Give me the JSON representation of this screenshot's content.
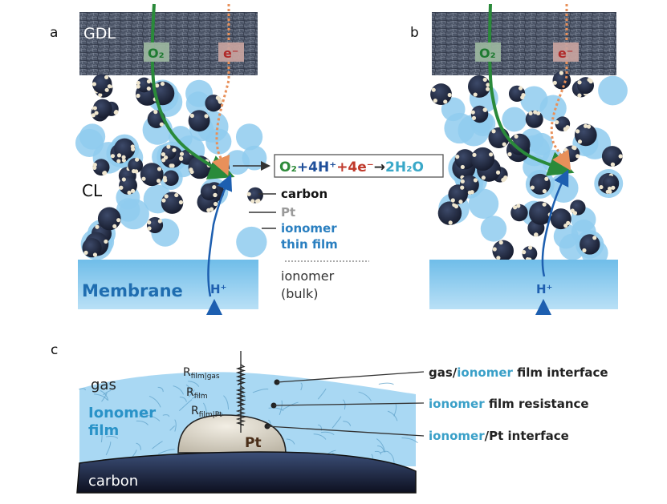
{
  "panel_a": {
    "letter": "a",
    "gdl_label": "GDL",
    "o2_badge": "O₂",
    "e_badge": "e⁻",
    "cl_label": "CL",
    "membrane_label": "Membrane",
    "proton_label": "H⁺",
    "reaction": {
      "parts": [
        {
          "text": "O₂",
          "color": "#2e8b3a"
        },
        {
          "text": "+4H⁺",
          "color": "#1f4f9a"
        },
        {
          "text": "+4e⁻",
          "color": "#c0392b"
        },
        {
          "text": "→",
          "color": "#222222"
        },
        {
          "text": "2H₂O",
          "color": "#3aa8c8"
        }
      ]
    },
    "legend": {
      "carbon": "carbon",
      "pt": "Pt",
      "ionomer_thin_1": "ionomer",
      "ionomer_thin_2": "thin film",
      "ionomer_bulk_1": "ionomer",
      "ionomer_bulk_2": "(bulk)"
    }
  },
  "panel_b": {
    "letter": "b",
    "o2_badge": "O₂",
    "e_badge": "e⁻",
    "proton_label": "H⁺"
  },
  "panel_c": {
    "letter": "c",
    "gas_label": "gas",
    "ionomer_label_1": "Ionomer",
    "ionomer_label_2": "film",
    "carbon_label": "carbon",
    "pt_label": "Pt",
    "resistors": [
      {
        "main": "R",
        "sub": "film|gas"
      },
      {
        "main": "R",
        "sub": "film"
      },
      {
        "main": "R",
        "sub": "film|Pt"
      }
    ],
    "callouts": [
      {
        "parts": [
          {
            "text": "gas/",
            "color": "#222222"
          },
          {
            "text": "ionomer",
            "color": "#3aa0c8"
          },
          {
            "text": " film interface",
            "color": "#222222"
          }
        ]
      },
      {
        "parts": [
          {
            "text": "ionomer",
            "color": "#3aa0c8"
          },
          {
            "text": " film resistance",
            "color": "#222222"
          }
        ]
      },
      {
        "parts": [
          {
            "text": "ionomer",
            "color": "#3aa0c8"
          },
          {
            "text": "/Pt interface",
            "color": "#222222"
          }
        ]
      }
    ]
  },
  "colors": {
    "gdl": "#4a5466",
    "o2_path": "#2a8a3a",
    "e_path": "#e8905a",
    "proton_path": "#1d5fb0",
    "ionomer": "#8fcbee",
    "membrane": "#7cc3ea",
    "carbon": "#1c2237",
    "pt": "#e8e0cc",
    "text_blue": "#2a7fc0",
    "ionomer_text": "#3aa0c8",
    "pt_text": "#9a9a9a"
  }
}
